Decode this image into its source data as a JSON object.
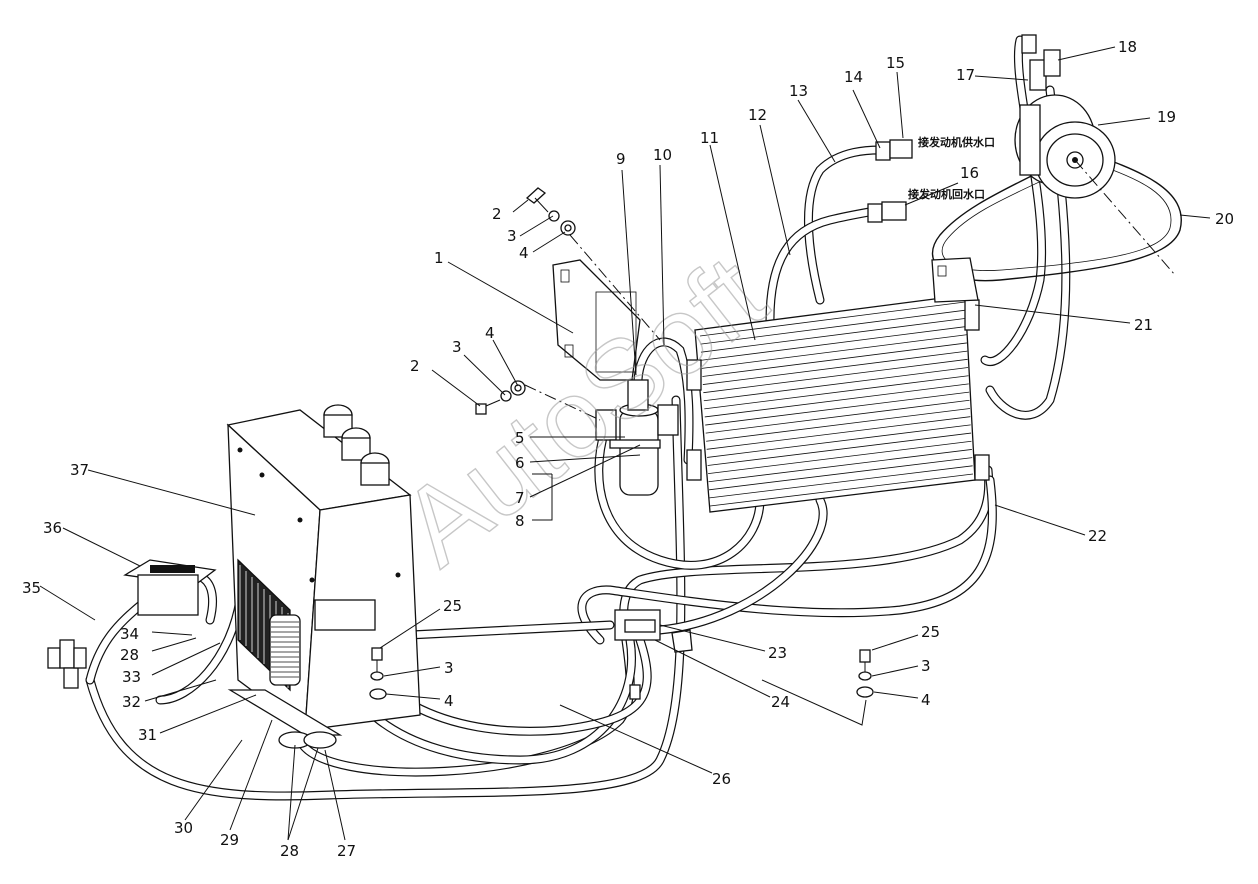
{
  "watermark": "AutoSoft",
  "port_labels": {
    "supply": "接发动机供水口",
    "return": "接发动机回水口"
  },
  "callouts": [
    {
      "id": "c1",
      "text": "1"
    },
    {
      "id": "c2a",
      "text": "2"
    },
    {
      "id": "c3a",
      "text": "3"
    },
    {
      "id": "c4a",
      "text": "4"
    },
    {
      "id": "c2b",
      "text": "2"
    },
    {
      "id": "c3b",
      "text": "3"
    },
    {
      "id": "c4b",
      "text": "4"
    },
    {
      "id": "c5",
      "text": "5"
    },
    {
      "id": "c6",
      "text": "6"
    },
    {
      "id": "c7",
      "text": "7"
    },
    {
      "id": "c8",
      "text": "8"
    },
    {
      "id": "c9",
      "text": "9"
    },
    {
      "id": "c10",
      "text": "10"
    },
    {
      "id": "c11",
      "text": "11"
    },
    {
      "id": "c12",
      "text": "12"
    },
    {
      "id": "c13",
      "text": "13"
    },
    {
      "id": "c14",
      "text": "14"
    },
    {
      "id": "c15",
      "text": "15"
    },
    {
      "id": "c16",
      "text": "16"
    },
    {
      "id": "c17",
      "text": "17"
    },
    {
      "id": "c18",
      "text": "18"
    },
    {
      "id": "c19",
      "text": "19"
    },
    {
      "id": "c20",
      "text": "20"
    },
    {
      "id": "c21",
      "text": "21"
    },
    {
      "id": "c22",
      "text": "22"
    },
    {
      "id": "c23",
      "text": "23"
    },
    {
      "id": "c24",
      "text": "24"
    },
    {
      "id": "c25a",
      "text": "25"
    },
    {
      "id": "c3c",
      "text": "3"
    },
    {
      "id": "c4c",
      "text": "4"
    },
    {
      "id": "c25b",
      "text": "25"
    },
    {
      "id": "c3d",
      "text": "3"
    },
    {
      "id": "c4d",
      "text": "4"
    },
    {
      "id": "c26",
      "text": "26"
    },
    {
      "id": "c27",
      "text": "27"
    },
    {
      "id": "c28a",
      "text": "28"
    },
    {
      "id": "c28b",
      "text": "28"
    },
    {
      "id": "c29",
      "text": "29"
    },
    {
      "id": "c30",
      "text": "30"
    },
    {
      "id": "c31",
      "text": "31"
    },
    {
      "id": "c32",
      "text": "32"
    },
    {
      "id": "c33",
      "text": "33"
    },
    {
      "id": "c34",
      "text": "34"
    },
    {
      "id": "c35",
      "text": "35"
    },
    {
      "id": "c36",
      "text": "36"
    },
    {
      "id": "c37",
      "text": "37"
    }
  ]
}
